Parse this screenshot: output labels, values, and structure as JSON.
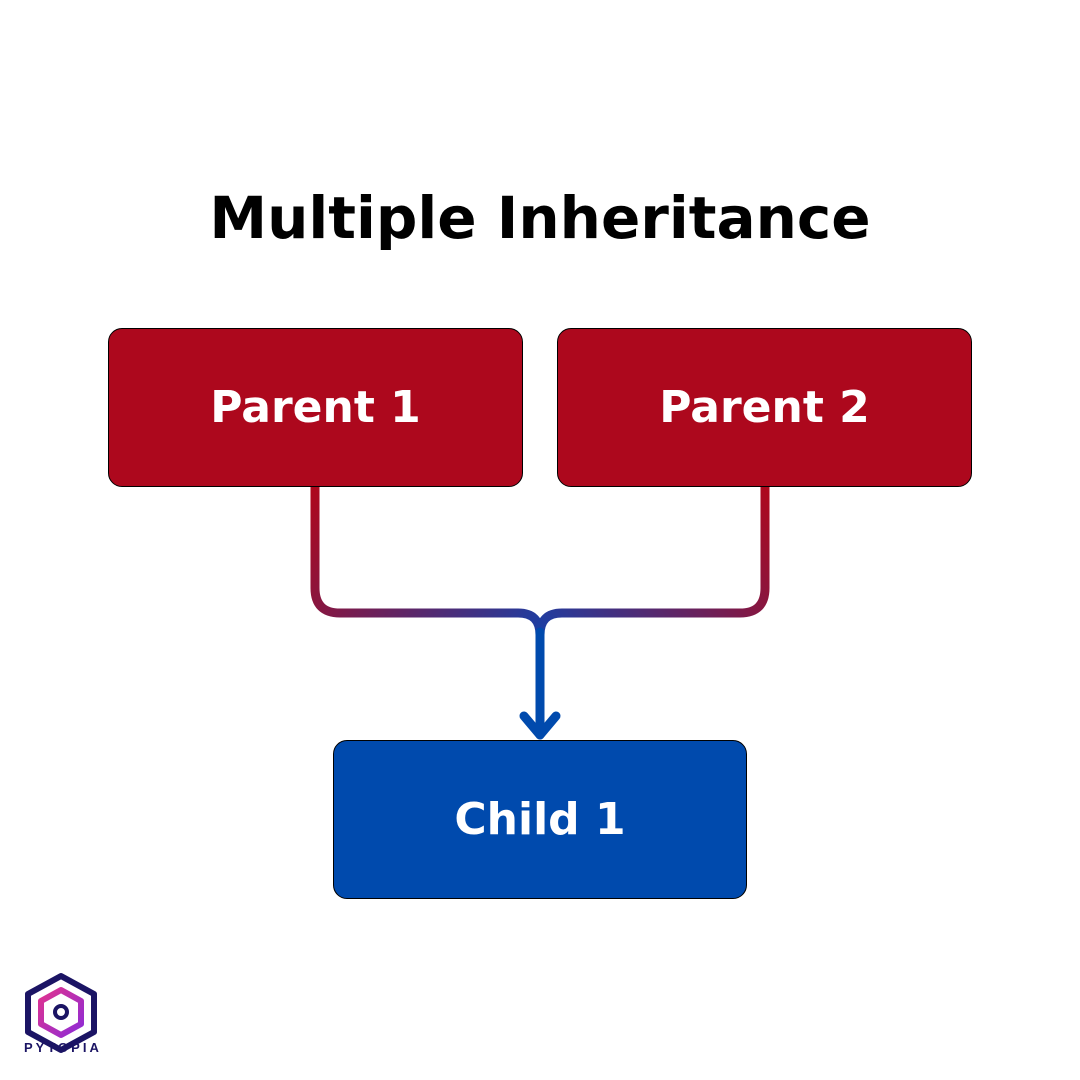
{
  "diagram": {
    "title": "Multiple Inheritance",
    "parents": [
      {
        "label": "Parent 1"
      },
      {
        "label": "Parent 2"
      }
    ],
    "child": {
      "label": "Child 1"
    }
  },
  "branding": {
    "logo_text": "PYTOPIA",
    "logo_icon": "hexagon-p-logo-icon"
  },
  "colors": {
    "parent_fill": "#ad081d",
    "child_fill": "#004aad",
    "connector_start": "#ad081d",
    "connector_end": "#004aad"
  }
}
